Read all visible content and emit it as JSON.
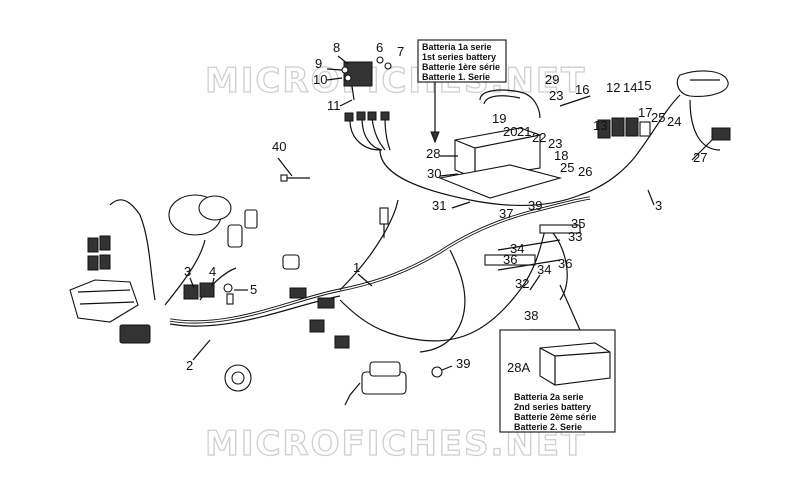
{
  "watermark": "MICROFICHES.NET",
  "boxes": {
    "first_series": [
      "Batteria 1a serie",
      "1st series battery",
      "Batterie 1ère série",
      "Batterie 1. Serie"
    ],
    "second_series_label": "28A",
    "second_series": [
      "Batteria 2a serie",
      "2nd series battery",
      "Batterie 2ème série",
      "Batterie 2. Serie"
    ]
  },
  "callouts": [
    "1",
    "2",
    "3",
    "3",
    "4",
    "5",
    "6",
    "7",
    "8",
    "9",
    "10",
    "11",
    "12",
    "13",
    "14",
    "15",
    "16",
    "17",
    "18",
    "19",
    "20",
    "21",
    "22",
    "23",
    "23",
    "24",
    "25",
    "25",
    "26",
    "27",
    "28",
    "29",
    "30",
    "31",
    "32",
    "33",
    "34",
    "34",
    "35",
    "36",
    "36",
    "37",
    "38",
    "39",
    "39",
    "40"
  ]
}
